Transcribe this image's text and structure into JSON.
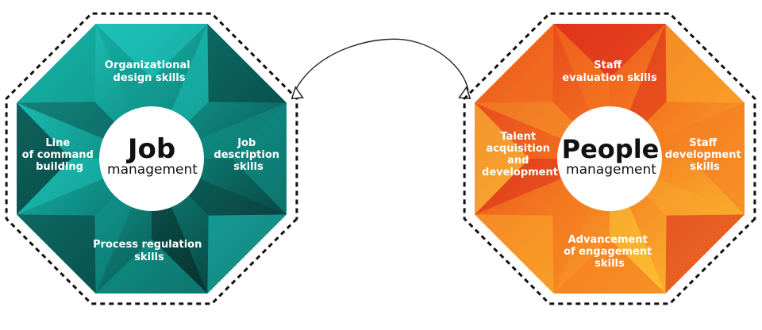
{
  "job": {
    "title": "Job",
    "subtitle": "management",
    "skills": {
      "top": [
        "Organizational",
        "design skills"
      ],
      "left": [
        "Line",
        "of command",
        "building"
      ],
      "right": [
        "Job",
        "description",
        "skills"
      ],
      "bottom": [
        "Process regulation",
        "skills"
      ]
    },
    "colors": {
      "light": "#1fc9bf",
      "mid": "#109a8f",
      "dark": "#0a3d3b",
      "black": "#061a19"
    }
  },
  "people": {
    "title": "People",
    "subtitle": "management",
    "skills": {
      "top": [
        "Staff",
        "evaluation skills"
      ],
      "left": [
        "Talent",
        "acquisition",
        "and",
        "development"
      ],
      "right": [
        "Staff",
        "development",
        "skills"
      ],
      "bottom": [
        "Advancement",
        "of engagement",
        "skills"
      ]
    },
    "colors": {
      "red": "#d8201b",
      "orange": "#f57a1f",
      "amber": "#f9a92c",
      "yellow": "#fcd23a"
    }
  }
}
